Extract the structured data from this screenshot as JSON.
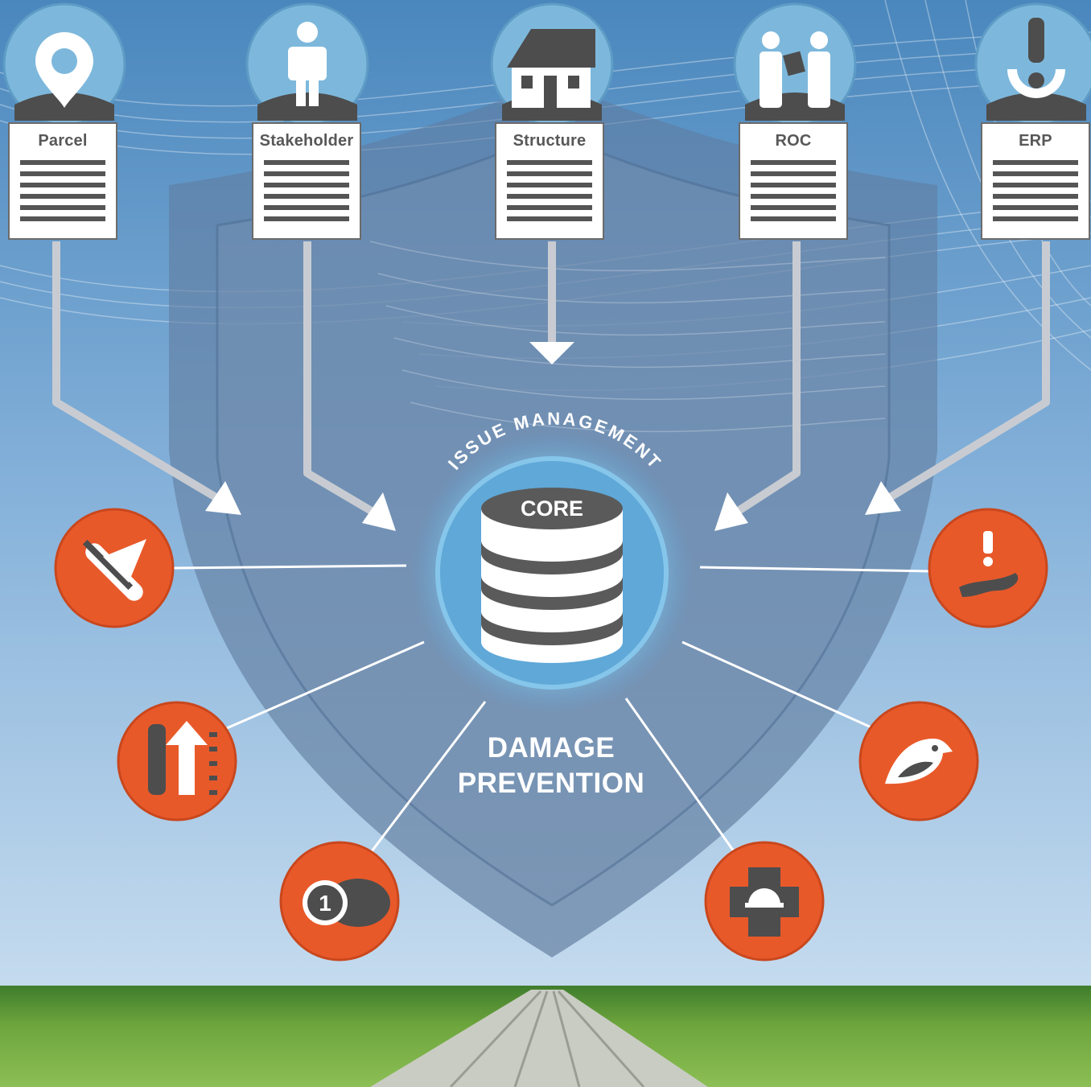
{
  "modules": [
    {
      "label": "Parcel",
      "icon": "map-pin-icon"
    },
    {
      "label": "Stakeholder",
      "icon": "person-icon"
    },
    {
      "label": "Structure",
      "icon": "house-icon"
    },
    {
      "label": "ROC",
      "icon": "people-handshake-icon"
    },
    {
      "label": "ERP",
      "icon": "emergency-response-icon"
    }
  ],
  "core": {
    "arc_text": "ISSUE MANAGEMENT",
    "label": "CORE"
  },
  "center_text": {
    "line1": "DAMAGE",
    "line2": "PREVENTION"
  },
  "satellites": [
    {
      "icon": "pipe-arrow-icon"
    },
    {
      "icon": "pipe-pressure-icon"
    },
    {
      "icon": "one-call-ticket-icon"
    },
    {
      "icon": "leak-alert-icon"
    },
    {
      "icon": "bird-environment-icon"
    },
    {
      "icon": "safety-cross-icon"
    }
  ],
  "colors": {
    "sky_top": "#4a87bd",
    "sky_bottom": "#bdd6ee",
    "accent_orange": "#e8592a",
    "icon_gray": "#555555",
    "grass": "#6ea63d"
  }
}
